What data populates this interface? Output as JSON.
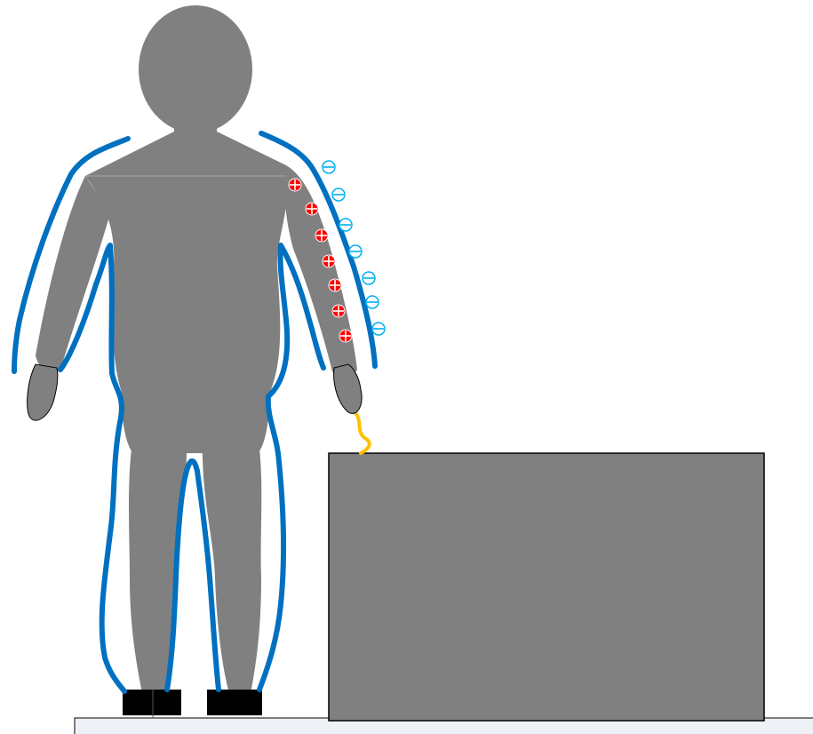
{
  "diagram": {
    "colors": {
      "body": "#808080",
      "outline": "#0070c0",
      "shoe": "#000000",
      "positive_charge": "#ff0000",
      "negative_charge": "#00b0f0",
      "grounding_wire": "#ffc000",
      "floor": "#eef2f7",
      "device": "#808080"
    },
    "charges": {
      "positive": {
        "count": 7,
        "symbol": "plus-in-circle"
      },
      "negative": {
        "count": 7,
        "symbol": "minus-in-circle"
      }
    },
    "elements": [
      "human-figure",
      "field-outline",
      "shoes",
      "grounding-wire",
      "equipment-box",
      "floor-mat"
    ]
  }
}
